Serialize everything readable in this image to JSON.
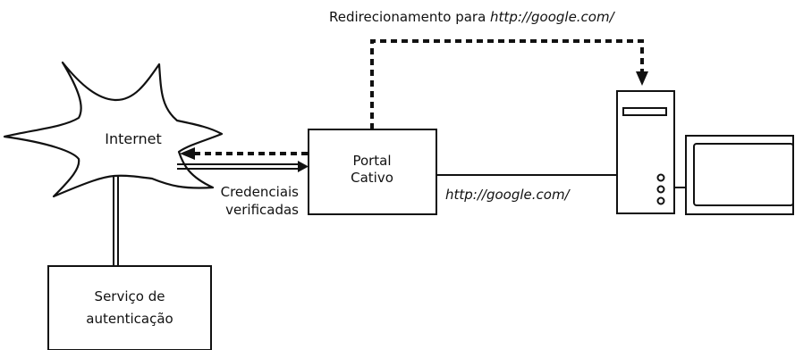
{
  "top_label": {
    "prefix": "Redirecionamento para ",
    "url": "http://google.com/"
  },
  "cloud": {
    "label": "Internet"
  },
  "portal": {
    "line1": "Portal",
    "line2": "Cativo"
  },
  "credentials": {
    "line1": "Credenciais",
    "line2": "verificadas"
  },
  "request_url": "http://google.com/",
  "auth_service": {
    "line1": "Serviço de",
    "line2": "autenticação"
  },
  "colors": {
    "stroke": "#111111",
    "background": "#ffffff"
  }
}
